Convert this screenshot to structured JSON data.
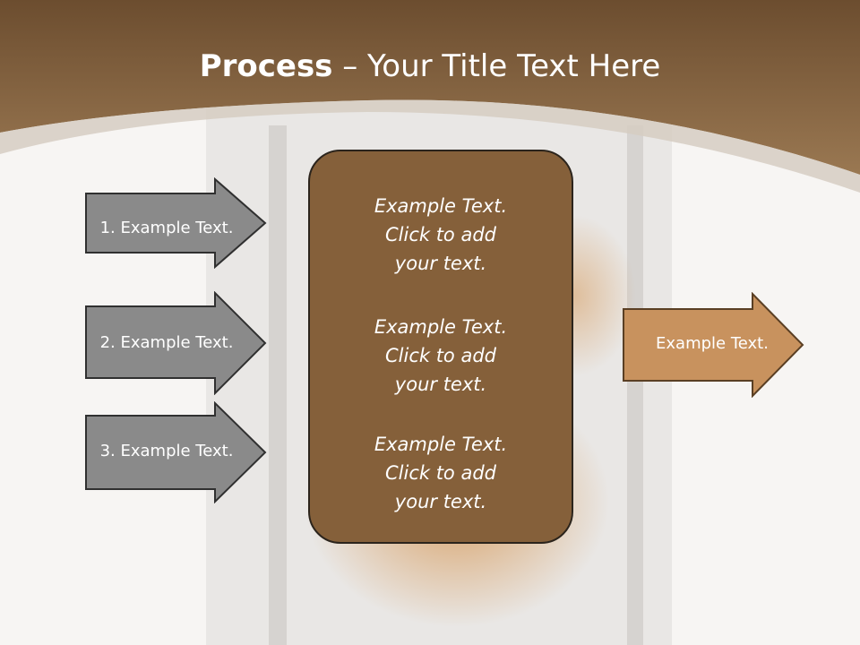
{
  "title": {
    "bold": "Process",
    "rest": "– Your Title Text Here"
  },
  "colors": {
    "header": "#8b6a45",
    "center_box": "#85603a",
    "left_arrow": "#8a8a8a",
    "right_arrow": "#c8925e"
  },
  "left_arrows": [
    {
      "label": "1. Example Text."
    },
    {
      "label": "2. Example Text."
    },
    {
      "label": "3. Example Text."
    }
  ],
  "center_blocks": [
    {
      "lines": [
        "Example Text.",
        "Click  to add",
        "your text."
      ]
    },
    {
      "lines": [
        "Example Text.",
        "Click  to add",
        "your text."
      ]
    },
    {
      "lines": [
        "Example Text.",
        "Click  to add",
        "your text."
      ]
    }
  ],
  "right_arrow": {
    "label": "Example Text."
  }
}
